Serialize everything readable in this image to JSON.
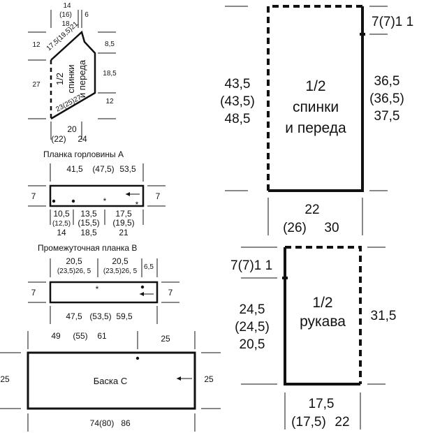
{
  "front_small": {
    "top_w": [
      "14",
      "(16)",
      "18"
    ],
    "top_neck": "6",
    "left_top": "12",
    "left_mid": "27",
    "diag_top": "17,5(19,5)21",
    "diag_bot": "23(25)27",
    "right_top": "8,5",
    "right_mid": "18,5",
    "right_bot": "12",
    "label": [
      "1/2",
      "спинки",
      "и переда"
    ],
    "bottom_w": [
      "20",
      "(22)",
      "24"
    ]
  },
  "band_a": {
    "title": "Планка горловины A",
    "top_len": [
      "41,5",
      "(47,5)",
      "53,5"
    ],
    "left_h": "7",
    "right_h": "7",
    "seg1": [
      "10,5",
      "(12,5)",
      "14"
    ],
    "seg2": [
      "13,5",
      "(15,5)",
      "18,5"
    ],
    "seg3": [
      "17,5",
      "(19,5)",
      "21"
    ]
  },
  "band_b": {
    "title": "Промежуточная планка B",
    "seg1": [
      "20,5",
      "(23,5)26, 5"
    ],
    "seg2": [
      "20,5",
      "(23,5)26, 5"
    ],
    "seg3": "6,5",
    "left_h": "7",
    "right_h": "7",
    "bottom_len": [
      "47,5",
      "(53,5)",
      "59,5"
    ]
  },
  "basque_c": {
    "top_len": [
      "49",
      "(55)",
      "61"
    ],
    "top_right": "25",
    "left_h": "25",
    "right_h": "25",
    "label": "Баска C",
    "bottom_len": [
      "74(80)",
      "86"
    ]
  },
  "body_large": {
    "label": [
      "1/2",
      "спинки",
      "и переда"
    ],
    "top_right": "7(7)1 1",
    "left_h": [
      "43,5",
      "(43,5)",
      "48,5"
    ],
    "right_h": [
      "36,5",
      "(36,5)",
      "37,5"
    ],
    "bottom_w": [
      "22",
      "(26)",
      "30"
    ]
  },
  "sleeve": {
    "label": [
      "1/2",
      "рукава"
    ],
    "top_left": "7(7)1 1",
    "left_h": [
      "24,5",
      "(24,5)",
      "20,5"
    ],
    "right_h": "31,5",
    "bottom_w": [
      "17,5",
      "(17,5)",
      "22"
    ]
  }
}
